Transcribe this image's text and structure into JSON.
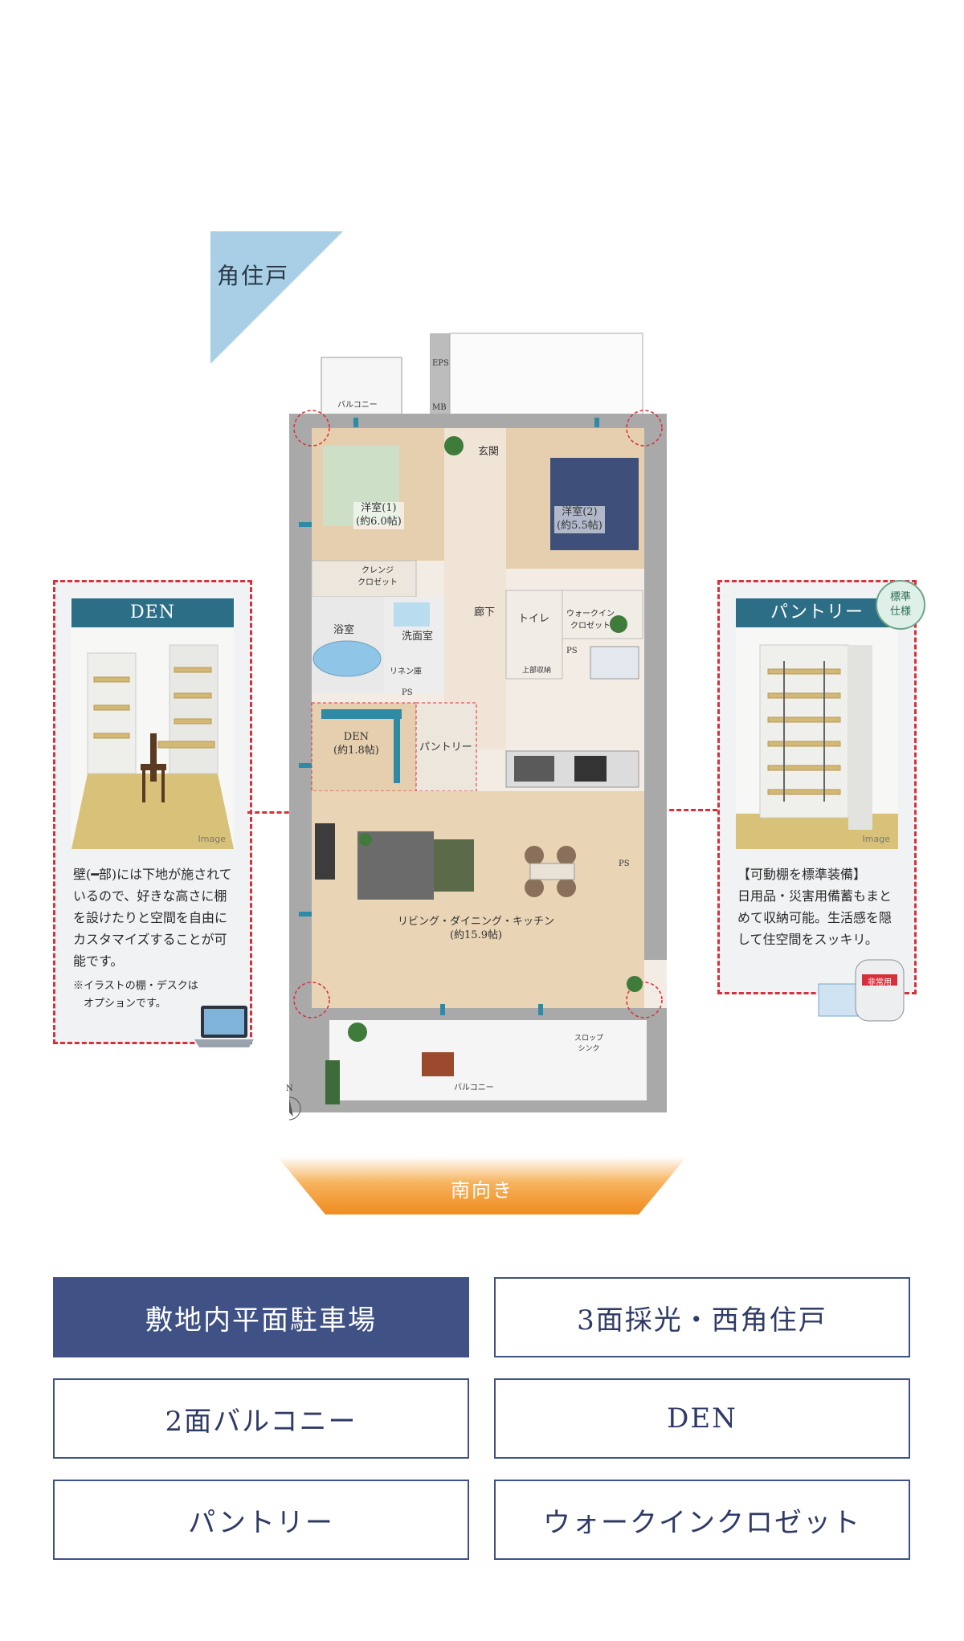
{
  "badge": {
    "label": "角住戸"
  },
  "plan": {
    "rooms": {
      "western1": "洋室(1)\n(約6.0帖)",
      "western2": "洋室(2)\n(約5.5帖)",
      "entrance": "玄関",
      "hallway": "廊下",
      "toilet": "トイレ",
      "walkin": "ウォークイン\nクロゼット",
      "bath": "浴室",
      "washroom": "洗面室",
      "linen": "リネン庫",
      "den": "DEN\n(約1.8帖)",
      "pantry": "パントリー",
      "ldk": "リビング・ダイニング・キッチン\n(約15.9帖)",
      "balcony_north": "バルコニー",
      "balcony_south": "バルコニー",
      "closet": "クレンジ\nクロゼット",
      "eps": "EPS",
      "mb": "MB",
      "ps1": "PS",
      "ps2": "PS",
      "ps3": "PS",
      "upper_storage": "上部収納",
      "slop_sink": "スロップ\nシンク",
      "north": "N"
    }
  },
  "den_panel": {
    "title": "DEN",
    "image_tag": "Image",
    "text": "壁(━部)には下地が施されているので、好きな高さに棚を設けたりと空間を自由にカスタマイズすることが可能です。",
    "note": "※イラストの棚・デスクは\n　オプションです。"
  },
  "pantry_panel": {
    "title": "パントリー",
    "image_tag": "Image",
    "standard_badge": "標準\n仕様",
    "heading": "【可動棚を標準装備】",
    "text": "日用品・災害用備蓄もまとめて収納可能。生活感を隠して住空間をスッキリ。",
    "emergency_label": "非常用"
  },
  "orientation": {
    "label": "南向き"
  },
  "features": [
    "敷地内平面駐車場",
    "3面採光・西角住戸",
    "2面バルコニー",
    "DEN",
    "パントリー",
    "ウォークインクロゼット"
  ],
  "colors": {
    "accent_navy": "#3f5185",
    "den_teal": "#2d6e87",
    "callout_red": "#d7303a",
    "badge_blue": "#a9cfe6",
    "orange": "#f08c1e"
  }
}
